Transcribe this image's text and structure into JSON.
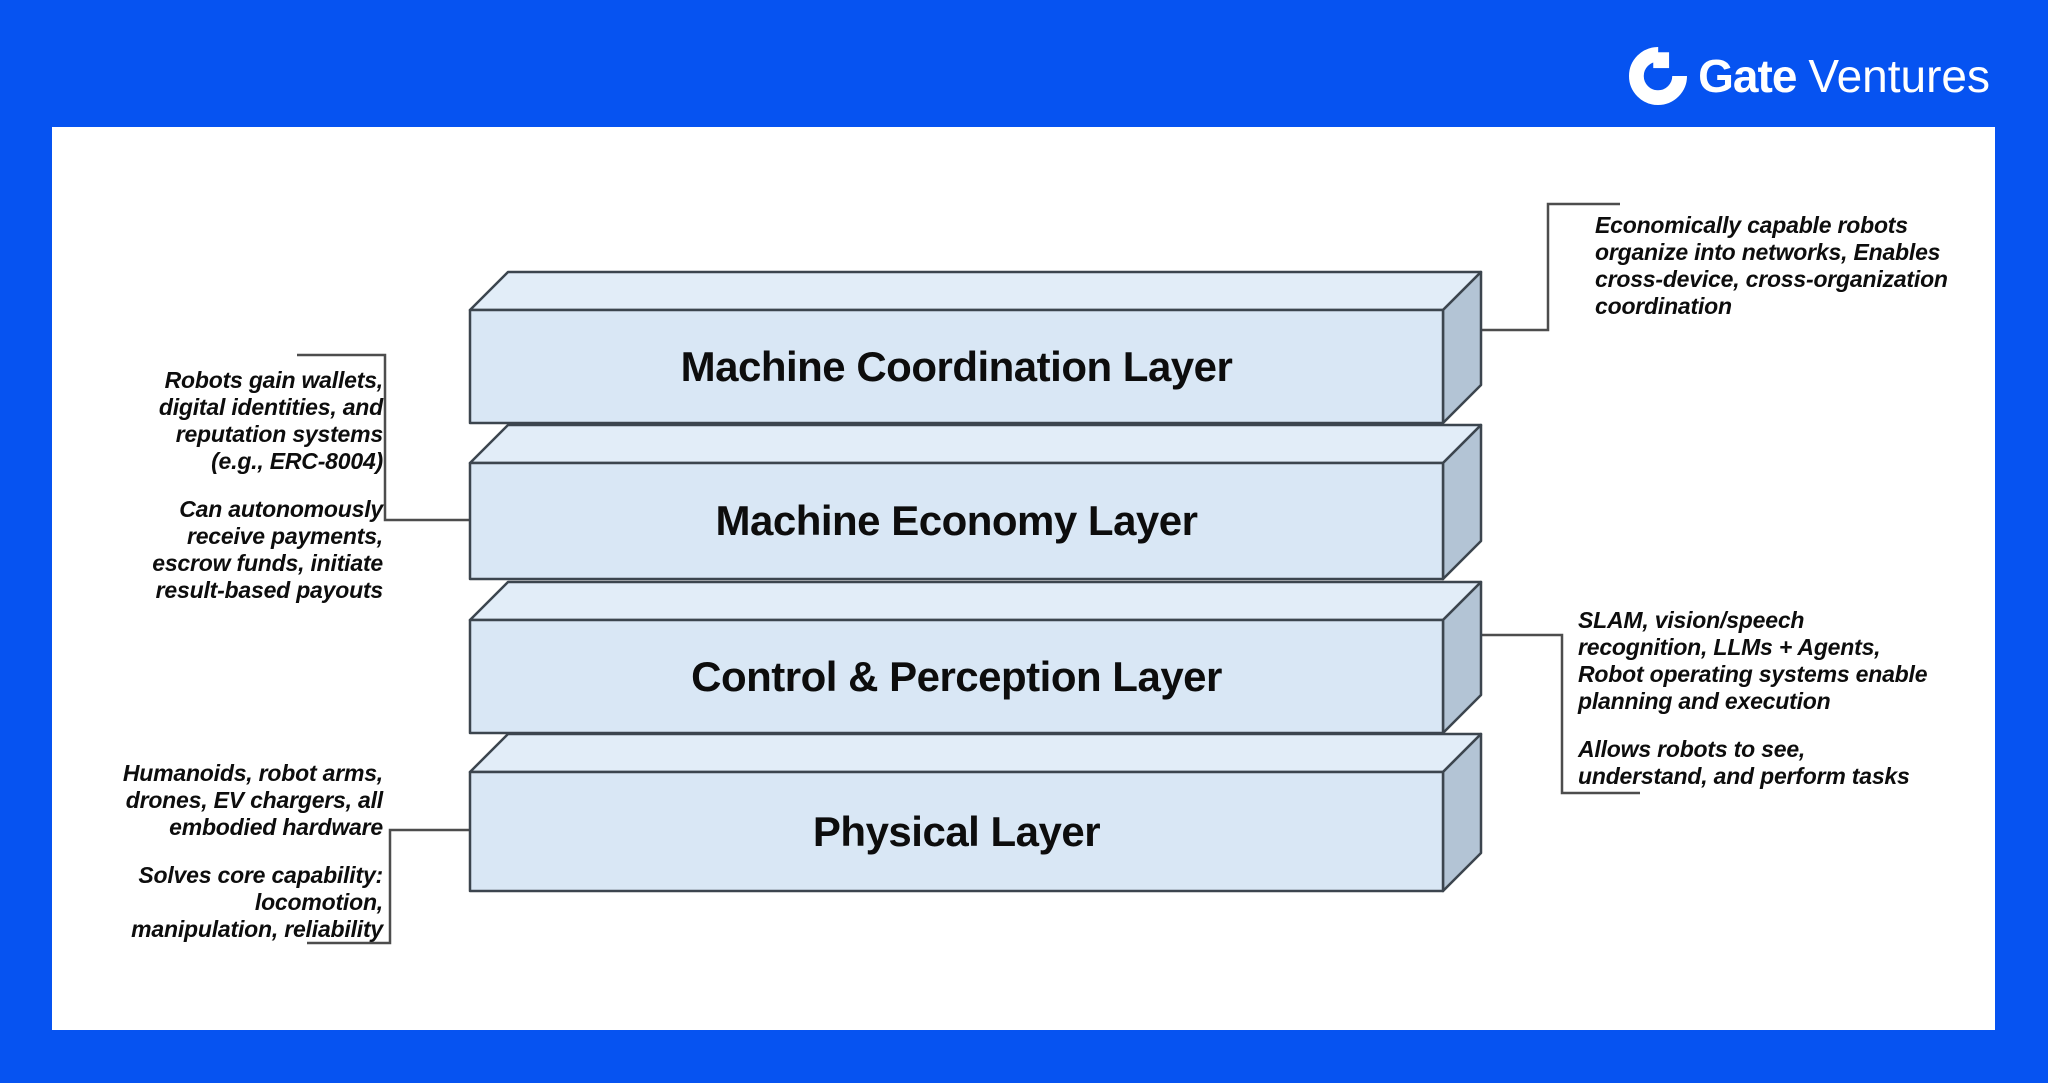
{
  "brand": {
    "name_bold": "Gate",
    "name_light": "Ventures"
  },
  "layers": [
    {
      "label": "Machine Coordination Layer"
    },
    {
      "label": "Machine Economy Layer"
    },
    {
      "label": "Control & Perception Layer"
    },
    {
      "label": "Physical Layer"
    }
  ],
  "annotations": {
    "machine_coordination": {
      "p1": "Economically capable robots\norganize into networks, Enables\ncross-device, cross-organization\ncoordination"
    },
    "machine_economy": {
      "p1": "Robots gain wallets,\ndigital identities, and\nreputation systems\n(e.g., ERC-8004)",
      "p2": "Can autonomously\nreceive payments,\nescrow funds, initiate\nresult-based payouts"
    },
    "control_perception": {
      "p1": "SLAM, vision/speech\nrecognition, LLMs + Agents,\nRobot operating systems enable\nplanning and execution",
      "p2": "Allows robots to see,\nunderstand, and perform tasks"
    },
    "physical": {
      "p1": "Humanoids, robot arms,\ndrones, EV chargers, all\nembodied hardware",
      "p2": "Solves core capability:\nlocomotion,\nmanipulation, reliability"
    }
  },
  "colors": {
    "background": "#0653f1",
    "panel": "#ffffff",
    "box_front": "#d9e7f5",
    "box_top": "#e2edf8",
    "box_side": "#b3c4d5",
    "box_stroke": "#3c454e",
    "connector": "#4d4d4d",
    "text": "#0d0d0d",
    "logo": "#ffffff"
  }
}
